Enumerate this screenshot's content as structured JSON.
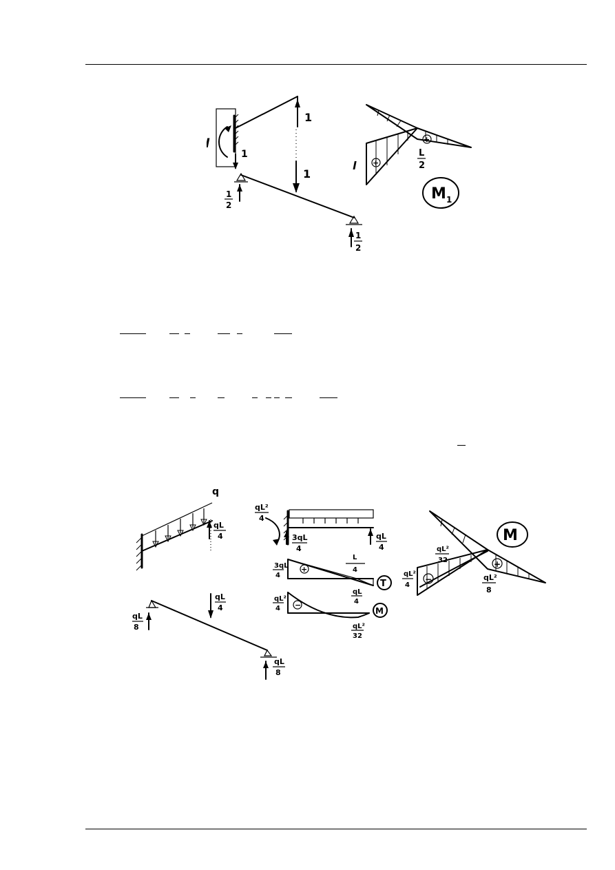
{
  "figure1": {
    "load_top": "1",
    "load_mid": "1",
    "reaction_fixed": "1",
    "moment_arm": "l",
    "reaction_left_num": "1",
    "reaction_left_den": "2",
    "reaction_right_num": "1",
    "reaction_right_den": "2",
    "diagram_label": "M",
    "diagram_label_sub": "1",
    "value_left": "l",
    "value_mid_num": "L",
    "value_mid_den": "2",
    "sign_left": "+",
    "sign_right": "+"
  },
  "figure2": {
    "load_q": "q",
    "top_reaction_num": "qL",
    "top_reaction_den": "4",
    "moment_num": "qL²",
    "moment_den": "4",
    "fixed_reaction_num": "3qL",
    "fixed_reaction_den": "4",
    "free_reaction_num": "qL",
    "free_reaction_den": "4",
    "shear_left_num": "3qL",
    "shear_left_den": "4",
    "shear_right_num": "qL",
    "shear_right_den": "4",
    "shear_dist_num": "L",
    "shear_dist_den": "4",
    "shear_label": "T",
    "shear_sign": "+",
    "moment_left_num": "qL²",
    "moment_left_den": "4",
    "moment_min_num": "qL²",
    "moment_min_den": "32",
    "moment_diag_label": "M",
    "moment_diag_sign": "−",
    "lower_load_num": "qL",
    "lower_load_den": "4",
    "lower_left_num": "qL",
    "lower_left_den": "8",
    "lower_right_num": "qL",
    "lower_right_den": "8",
    "big_label": "M",
    "big_left_num": "qL²",
    "big_left_den": "4",
    "big_mid_num": "qL²",
    "big_mid_den": "32",
    "big_right_num": "qL²",
    "big_right_den": "8",
    "big_sign_left": "−",
    "big_sign_right": "+"
  }
}
